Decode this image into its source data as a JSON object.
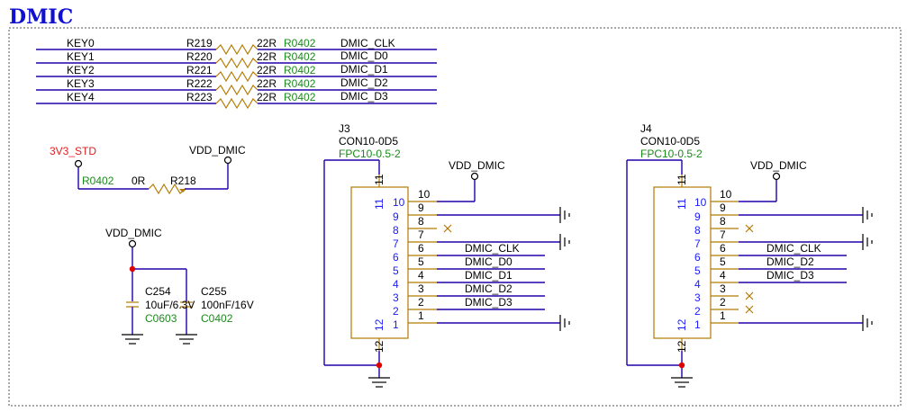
{
  "title": "DMIC",
  "keys": [
    {
      "key": "KEY0",
      "ref": "R219",
      "value": "22R",
      "pkg": "R0402",
      "net": "DMIC_CLK"
    },
    {
      "key": "KEY1",
      "ref": "R220",
      "value": "22R",
      "pkg": "R0402",
      "net": "DMIC_D0"
    },
    {
      "key": "KEY2",
      "ref": "R221",
      "value": "22R",
      "pkg": "R0402",
      "net": "DMIC_D1"
    },
    {
      "key": "KEY3",
      "ref": "R222",
      "value": "22R",
      "pkg": "R0402",
      "net": "DMIC_D2"
    },
    {
      "key": "KEY4",
      "ref": "R223",
      "value": "22R",
      "pkg": "R0402",
      "net": "DMIC_D3"
    }
  ],
  "power_res": {
    "src": "3V3_STD",
    "dst": "VDD_DMIC",
    "pkg": "R0402",
    "value": "0R",
    "ref": "R218"
  },
  "caps": {
    "rail": "VDD_DMIC",
    "c1": {
      "ref": "C254",
      "value": "10uF/6.3V",
      "pkg": "C0603"
    },
    "c2": {
      "ref": "C255",
      "value": "100nF/16V",
      "pkg": "C0402"
    }
  },
  "j3": {
    "ref": "J3",
    "part": "CON10-0D5",
    "pkg": "FPC10-0.5-2",
    "rail": "VDD_DMIC",
    "pins": [
      "10",
      "9",
      "8",
      "7",
      "6",
      "5",
      "4",
      "3",
      "2",
      "1"
    ],
    "mech_top": "11",
    "mech_bot": "12",
    "mech_out": "12",
    "nets": {
      "6": "DMIC_CLK",
      "5": "DMIC_D0",
      "4": "DMIC_D1",
      "3": "DMIC_D2",
      "2": "DMIC_D3"
    }
  },
  "j4": {
    "ref": "J4",
    "part": "CON10-0D5",
    "pkg": "FPC10-0.5-2",
    "rail": "VDD_DMIC",
    "pins": [
      "10",
      "9",
      "8",
      "7",
      "6",
      "5",
      "4",
      "3",
      "2",
      "1"
    ],
    "mech_top": "11",
    "mech_bot": "12",
    "mech_out": "12",
    "nets": {
      "6": "DMIC_CLK",
      "5": "DMIC_D2",
      "4": "DMIC_D3"
    }
  }
}
